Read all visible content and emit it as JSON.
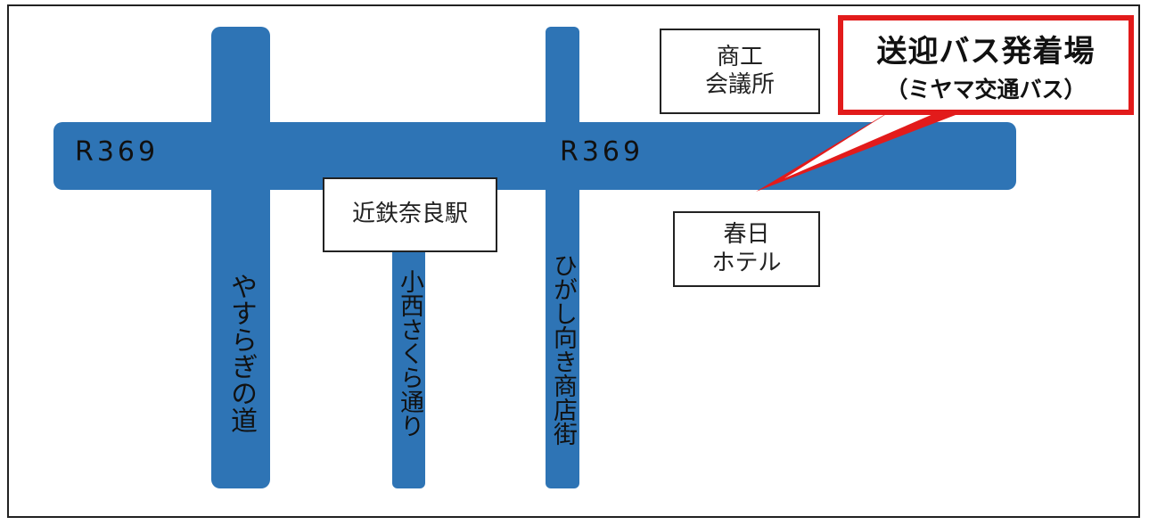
{
  "roads": {
    "r369_left": "R369",
    "r369_right": "R369",
    "yasuragi": "やすらぎの道",
    "konishi": "小西さくら通り",
    "higashimuki": "ひがし向き商店街"
  },
  "landmarks": {
    "kintetsu_nara": [
      "近鉄奈良駅"
    ],
    "shoko_kaigisho": [
      "商工",
      "会議所"
    ],
    "kasuga_hotel": [
      "春日",
      "ホテル"
    ]
  },
  "callout": {
    "title": "送迎バス発着場",
    "subtitle": "（ミヤマ交通バス）"
  },
  "colors": {
    "road": "#2e74b5",
    "callout_border": "#e21b1b"
  }
}
